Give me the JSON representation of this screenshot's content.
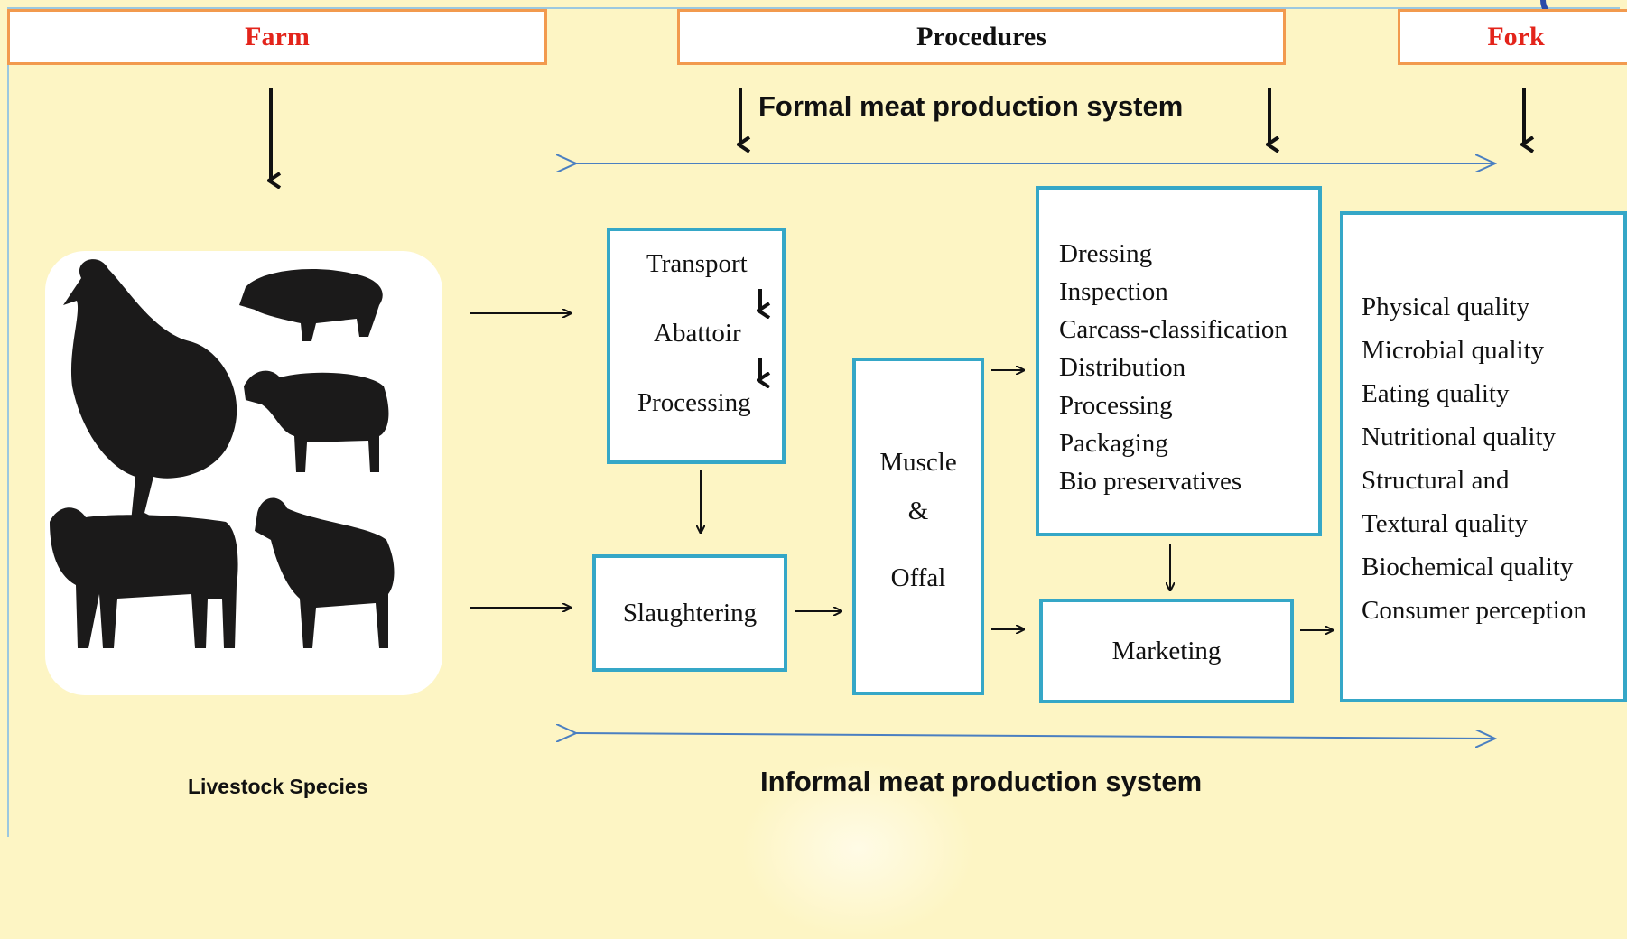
{
  "headers": {
    "farm": "Farm",
    "procedures": "Procedures",
    "fork": "Fork"
  },
  "systems": {
    "formal": "Formal meat production system",
    "informal": "Informal meat production system"
  },
  "livestock_label": "Livestock Species",
  "livestock_icons": [
    "chicken-icon",
    "pig-icon",
    "sheep-icon",
    "cow-icon",
    "goat-icon"
  ],
  "transport_stages": [
    "Transport",
    "Abattoir",
    "Processing"
  ],
  "slaughtering": "Slaughtering",
  "muscle_offal": [
    "Muscle",
    "&",
    "Offal"
  ],
  "post_slaughter_steps": [
    "Dressing",
    "Inspection",
    "Carcass-classification",
    "Distribution",
    "Processing",
    "Packaging",
    "Bio preservatives"
  ],
  "marketing": "Marketing",
  "quality_attributes": [
    "Physical quality",
    "Microbial quality",
    "Eating quality",
    "Nutritional quality",
    "Structural and",
    "Textural quality",
    "Biochemical quality",
    "Consumer perception"
  ],
  "colors": {
    "background": "#fdf5c4",
    "box_border": "#35a7c7",
    "header_border": "#f29a4e",
    "header_red_text": "#e3241b",
    "system_arrow": "#4a7fc1"
  }
}
